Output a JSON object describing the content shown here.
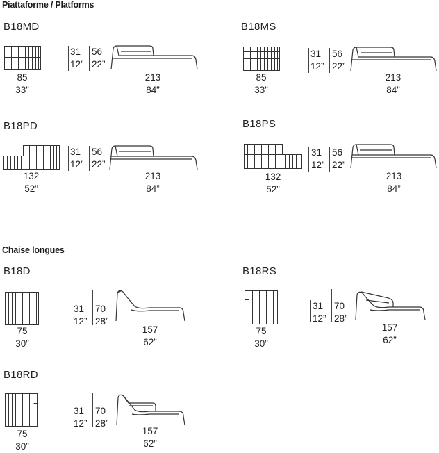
{
  "sections": {
    "platforms_title": "Piattaforme / Platforms",
    "chaise_title": "Chaise longues"
  },
  "items": {
    "b18md": {
      "code": "B18MD",
      "w_cm": "85",
      "w_in": "33”",
      "h1_cm": "31",
      "h1_in": "12”",
      "h2_cm": "56",
      "h2_in": "22”",
      "l_cm": "213",
      "l_in": "84”"
    },
    "b18ms": {
      "code": "B18MS",
      "w_cm": "85",
      "w_in": "33”",
      "h1_cm": "31",
      "h1_in": "12”",
      "h2_cm": "56",
      "h2_in": "22”",
      "l_cm": "213",
      "l_in": "84”"
    },
    "b18pd": {
      "code": "B18PD",
      "w_cm": "132",
      "w_in": "52”",
      "h1_cm": "31",
      "h1_in": "12”",
      "h2_cm": "56",
      "h2_in": "22”",
      "l_cm": "213",
      "l_in": "84”"
    },
    "b18ps": {
      "code": "B18PS",
      "w_cm": "132",
      "w_in": "52”",
      "h1_cm": "31",
      "h1_in": "12”",
      "h2_cm": "56",
      "h2_in": "22”",
      "l_cm": "213",
      "l_in": "84”"
    },
    "b18d": {
      "code": "B18D",
      "w_cm": "75",
      "w_in": "30”",
      "h1_cm": "31",
      "h1_in": "12”",
      "h2_cm": "70",
      "h2_in": "28”",
      "l_cm": "157",
      "l_in": "62”"
    },
    "b18rs": {
      "code": "B18RS",
      "w_cm": "75",
      "w_in": "30”",
      "h1_cm": "31",
      "h1_in": "12”",
      "h2_cm": "70",
      "h2_in": "28”",
      "l_cm": "157",
      "l_in": "62”"
    },
    "b18rd": {
      "code": "B18RD",
      "w_cm": "75",
      "w_in": "30”",
      "h1_cm": "31",
      "h1_in": "12”",
      "h2_cm": "70",
      "h2_in": "28”",
      "l_cm": "157",
      "l_in": "62”"
    }
  }
}
